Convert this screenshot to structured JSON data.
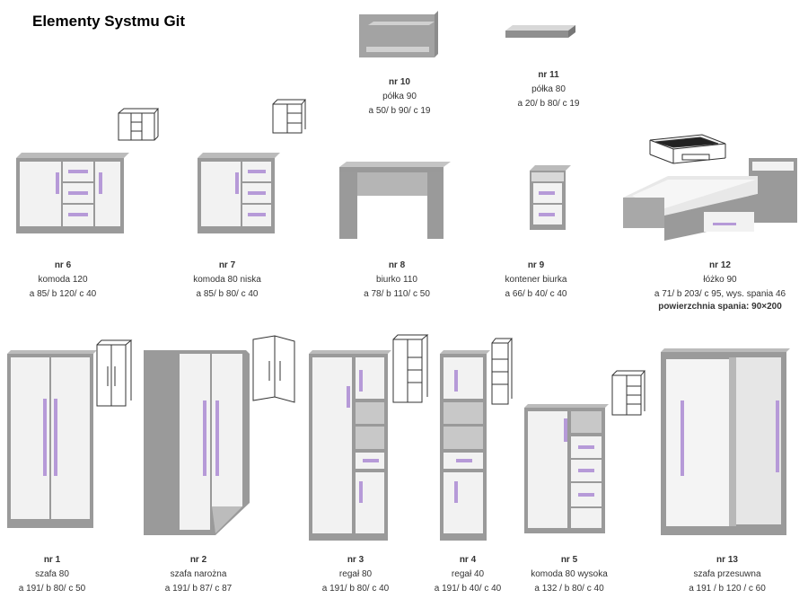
{
  "title": "Elementy Systmu Git",
  "colors": {
    "body": "#9a9a9a",
    "front": "#f4f4f4",
    "accent": "#b69ad8"
  },
  "items": [
    {
      "nr": "nr 10",
      "name": "półka 90",
      "dims": "a 50/ b 90/ c 19"
    },
    {
      "nr": "nr 11",
      "name": "półka 80",
      "dims": "a 20/ b 80/ c 19"
    },
    {
      "nr": "nr 6",
      "name": "komoda 120",
      "dims": "a 85/ b 120/ c 40"
    },
    {
      "nr": "nr 7",
      "name": "komoda 80 niska",
      "dims": "a 85/ b 80/ c 40"
    },
    {
      "nr": "nr 8",
      "name": "biurko 110",
      "dims": "a 78/ b 110/ c 50"
    },
    {
      "nr": "nr 9",
      "name": "kontener biurka",
      "dims": "a 66/ b 40/ c 40"
    },
    {
      "nr": "nr 12",
      "name": "łóżko 90",
      "dims": "a 71/ b 203/ c 95, wys. spania 46",
      "extra": "powierzchnia spania: 90×200"
    },
    {
      "nr": "nr 1",
      "name": "szafa 80",
      "dims": "a 191/ b 80/ c 50"
    },
    {
      "nr": "nr 2",
      "name": "szafa narożna",
      "dims": "a 191/ b 87/ c 87"
    },
    {
      "nr": "nr 3",
      "name": "regał 80",
      "dims": "a 191/ b 80/ c 40"
    },
    {
      "nr": "nr 4",
      "name": "regał 40",
      "dims": "a 191/ b 40/ c 40"
    },
    {
      "nr": "nr 5",
      "name": "komoda 80 wysoka",
      "dims": "a 132 / b 80/ c 40"
    },
    {
      "nr": "nr 13",
      "name": "szafa przesuwna",
      "dims": "a 191 / b 120 / c 60"
    }
  ]
}
